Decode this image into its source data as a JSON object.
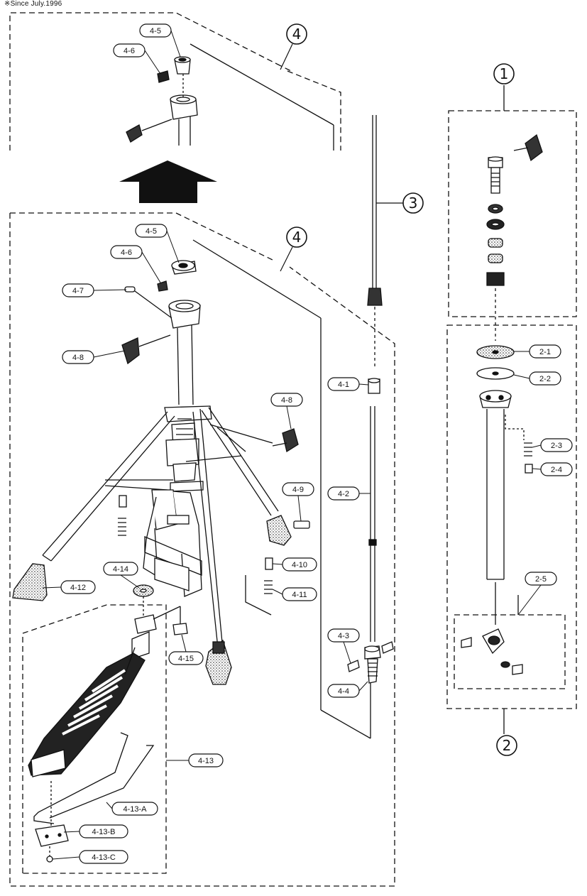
{
  "note": "※Since July.1996",
  "assemblies": [
    "4",
    "3",
    "1",
    "2"
  ],
  "labels": {
    "l4_5_top": "4-5",
    "l4_6_top": "4-6",
    "l4_5": "4-5",
    "l4_6": "4-6",
    "l4_7": "4-7",
    "l4_8a": "4-8",
    "l4_8b": "4-8",
    "l4_9": "4-9",
    "l4_10": "4-10",
    "l4_11": "4-11",
    "l4_12": "4-12",
    "l4_13": "4-13",
    "l4_13a": "4-13-A",
    "l4_13b": "4-13-B",
    "l4_13c": "4-13-C",
    "l4_14": "4-14",
    "l4_15": "4-15",
    "l4_1": "4-1",
    "l4_2": "4-2",
    "l4_3": "4-3",
    "l4_4": "4-4",
    "l2_1": "2-1",
    "l2_2": "2-2",
    "l2_3": "2-3",
    "l2_4": "2-4",
    "l2_5": "2-5"
  },
  "icons": [
    "up-arrow-icon",
    "wing-bolt-icon",
    "footboard-icon",
    "rubber-foot-icon",
    "spring-icon",
    "felt-washer-icon"
  ]
}
